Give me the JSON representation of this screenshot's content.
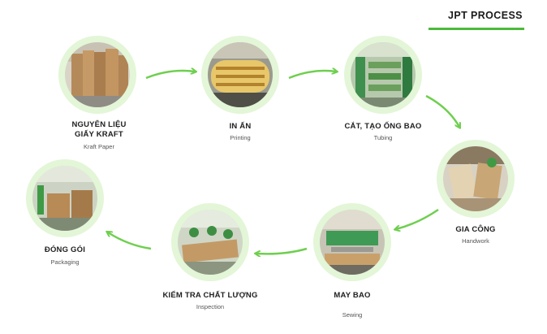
{
  "header": {
    "title": "JPT PROCESS",
    "accent_color": "#4cba3c"
  },
  "circle_color": "#e3f6d7",
  "arrow_color": "#6fcf4f",
  "steps": [
    {
      "title_line1": "NGUYÊN LIỆU",
      "title_line2": "GIẤY KRAFT",
      "subtitle": "Kraft Paper",
      "icon": "kraft-paper-rolls-photo"
    },
    {
      "title": "IN ẤN",
      "subtitle": "Printing",
      "icon": "printing-machine-photo"
    },
    {
      "title": "CẮT, TẠO ỐNG BAO",
      "subtitle": "Tubing",
      "icon": "tubing-line-photo"
    },
    {
      "title": "GIA CÔNG",
      "subtitle": "Handwork",
      "icon": "handwork-photo"
    },
    {
      "title": "MAY BAO",
      "subtitle": "Sewing",
      "icon": "sewing-machine-photo"
    },
    {
      "title": "KIỂM TRA CHẤT LƯỢNG",
      "subtitle": "Inspection",
      "icon": "inspection-photo"
    },
    {
      "title": "ĐÓNG GÓI",
      "subtitle": "Packaging",
      "icon": "packaging-photo"
    }
  ]
}
